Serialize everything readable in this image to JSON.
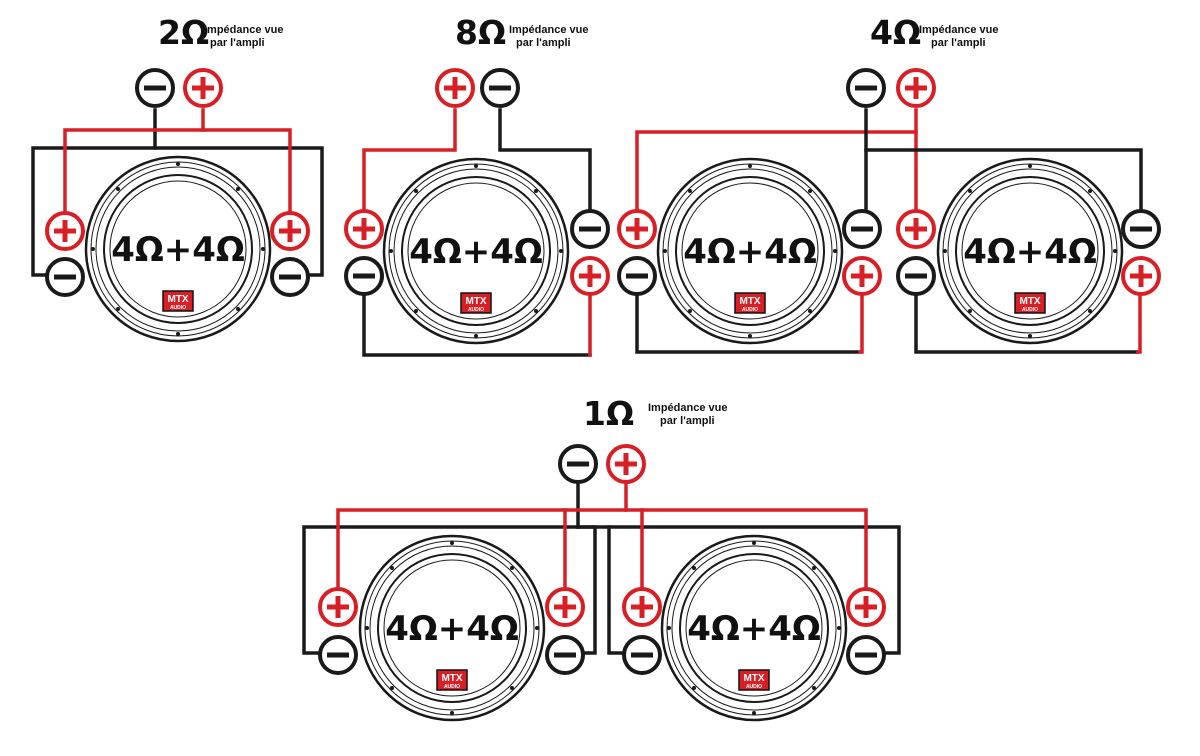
{
  "colors": {
    "positive": "#d81f26",
    "negative": "#1a1a1a",
    "logo_bg": "#d81f26"
  },
  "speaker": {
    "label": "4Ω+4Ω",
    "logo": "MTX",
    "logo_sub": "AUDIO"
  },
  "caption": {
    "line1": "Impédance vue",
    "line2": "par l'ampli"
  },
  "diagrams": [
    {
      "impedance": "2Ω"
    },
    {
      "impedance": "8Ω"
    },
    {
      "impedance": "4Ω"
    },
    {
      "impedance": "1Ω"
    }
  ]
}
